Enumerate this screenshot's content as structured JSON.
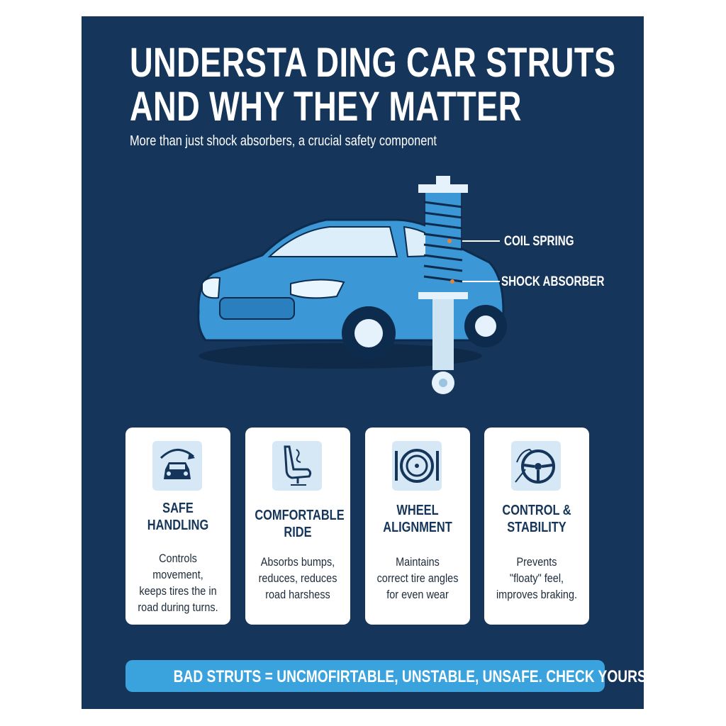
{
  "header": {
    "title_line1": "UNDERSTA DING CAR STRUTS",
    "title_line2": "AND WHY THEY MATTER",
    "subtitle": "More than just shock absorbers, a crucial safety component"
  },
  "illustration": {
    "labels": [
      "COIL SPRING",
      "SHOCK ABSORBER"
    ]
  },
  "cards": [
    {
      "icon": "car-turn-arrow-icon",
      "title_line1": "SAFE",
      "title_line2": "HANDLING",
      "text": [
        "Controls movement,",
        "keeps tires the in",
        "road during turns."
      ]
    },
    {
      "icon": "car-seat-icon",
      "title_line1": "COMFORTABLE",
      "title_line2": "RIDE",
      "text": [
        "Absorbs bumps,",
        "reduces, reduces",
        "road harshess"
      ]
    },
    {
      "icon": "wheel-alignment-icon",
      "title_line1": "WHEEL",
      "title_line2": "ALIGNMENT",
      "text": [
        "Maintains",
        "correct tire angles",
        "for even wear"
      ]
    },
    {
      "icon": "steering-wheel-icon",
      "title_line1": "CONTROL &",
      "title_line2": "STABILITY",
      "text": [
        "Prevents",
        "\"floaty\" feel,",
        "improves braking."
      ]
    }
  ],
  "banner": {
    "text": "BAD STRUTS = UNCMOFIRTABLE, UNSTABLE, UNSAFE. CHECK YOURS!"
  },
  "colors": {
    "background": "#15355a",
    "accent": "#3aa3de",
    "card": "#ffffff",
    "icon_bg": "#d6e8f5"
  }
}
